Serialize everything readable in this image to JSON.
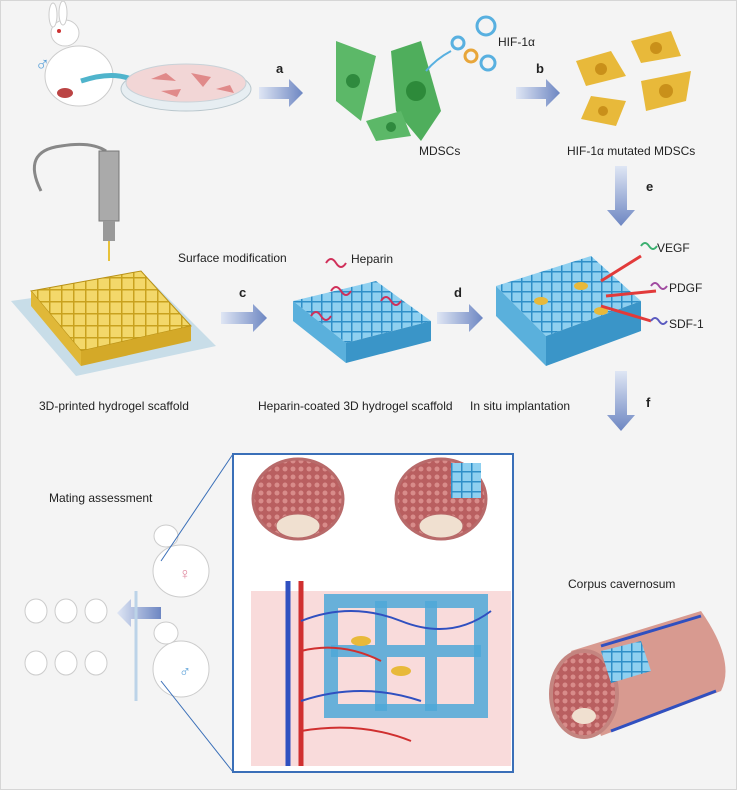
{
  "steps": {
    "a": "a",
    "b": "b",
    "c": "c",
    "d": "d",
    "e": "e",
    "f": "f"
  },
  "labels": {
    "hif": "HIF-1α",
    "mdscs": "MDSCs",
    "mutated": "HIF-1α mutated MDSCs",
    "surface_mod": "Surface modification",
    "heparin": "Heparin",
    "vegf": "VEGF",
    "pdgf": "PDGF",
    "sdf": "SDF-1",
    "printed": "3D-printed hydrogel scaffold",
    "coated": "Heparin-coated 3D hydrogel scaffold",
    "implant": "In situ implantation",
    "mating": "Mating assessment",
    "corpus": "Corpus cavernosum"
  },
  "colors": {
    "arrow": "#7f96c8",
    "scaffold_yellow": "#e8c23a",
    "scaffold_blue": "#4fa8d8",
    "cell_green": "#4fae5c",
    "cell_yellow": "#e8b93a",
    "heparin": "#d0305a",
    "tissue": "#c97a78"
  }
}
